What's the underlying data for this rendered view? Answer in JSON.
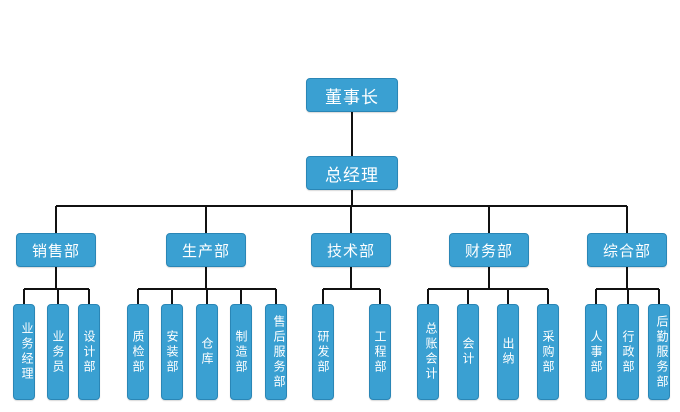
{
  "root": "董事长",
  "general_manager": "总经理",
  "departments": [
    {
      "name": "销售部",
      "units": [
        "业务经理",
        "业务员",
        "设计部"
      ]
    },
    {
      "name": "生产部",
      "units": [
        "质检部",
        "安装部",
        "仓库",
        "制造部",
        "售后服务部"
      ]
    },
    {
      "name": "技术部",
      "units": [
        "研发部",
        "工程部"
      ]
    },
    {
      "name": "财务部",
      "units": [
        "总账会计",
        "会计",
        "出纳",
        "采购部"
      ]
    },
    {
      "name": "综合部",
      "units": [
        "人事部",
        "行政部",
        "后勤服务部"
      ]
    }
  ],
  "colors": {
    "box": "#3aa0d2",
    "border": "#2a86b6",
    "line": "#111111"
  }
}
